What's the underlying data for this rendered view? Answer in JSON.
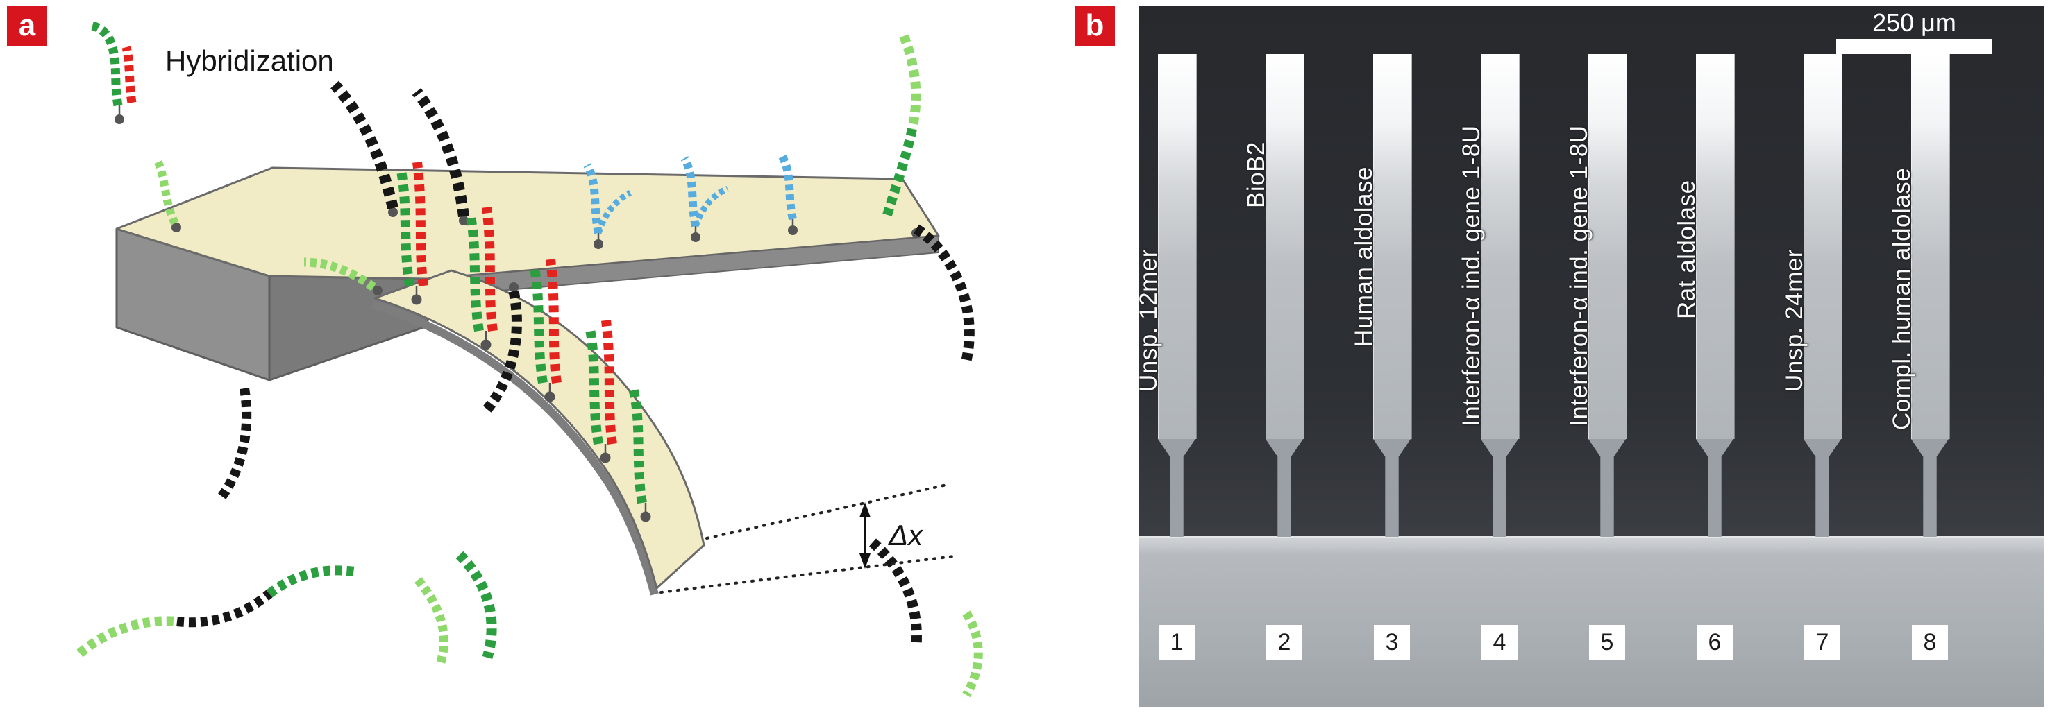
{
  "figure": {
    "panel_a": {
      "label": "a",
      "legend_label": "Hybridization",
      "deflection_label": "Δx",
      "colors": {
        "cantilever_surface": "#f1ebc6",
        "cantilever_side": "#8a8a8a",
        "dna_black": "#161616",
        "dna_red": "#e3231d",
        "dna_green": "#2b9e3f",
        "dna_green_light": "#8fd86b",
        "dna_blue": "#56abdf",
        "anchor_dot": "#555555",
        "panel_label_bg": "#d6151f"
      }
    },
    "panel_b": {
      "label": "b",
      "scale_bar_label": "250 μm",
      "cantilevers": [
        {
          "number": "1",
          "name": "Unsp. 12mer"
        },
        {
          "number": "2",
          "name": "BioB2"
        },
        {
          "number": "3",
          "name": "Human aldolase"
        },
        {
          "number": "4",
          "name": "Interferon-α ind. gene 1-8U"
        },
        {
          "number": "5",
          "name": "Interferon-α ind. gene 1-8U"
        },
        {
          "number": "6",
          "name": "Rat aldolase"
        },
        {
          "number": "7",
          "name": "Unsp. 24mer"
        },
        {
          "number": "8",
          "name": "Compl. human aldolase"
        }
      ]
    }
  }
}
